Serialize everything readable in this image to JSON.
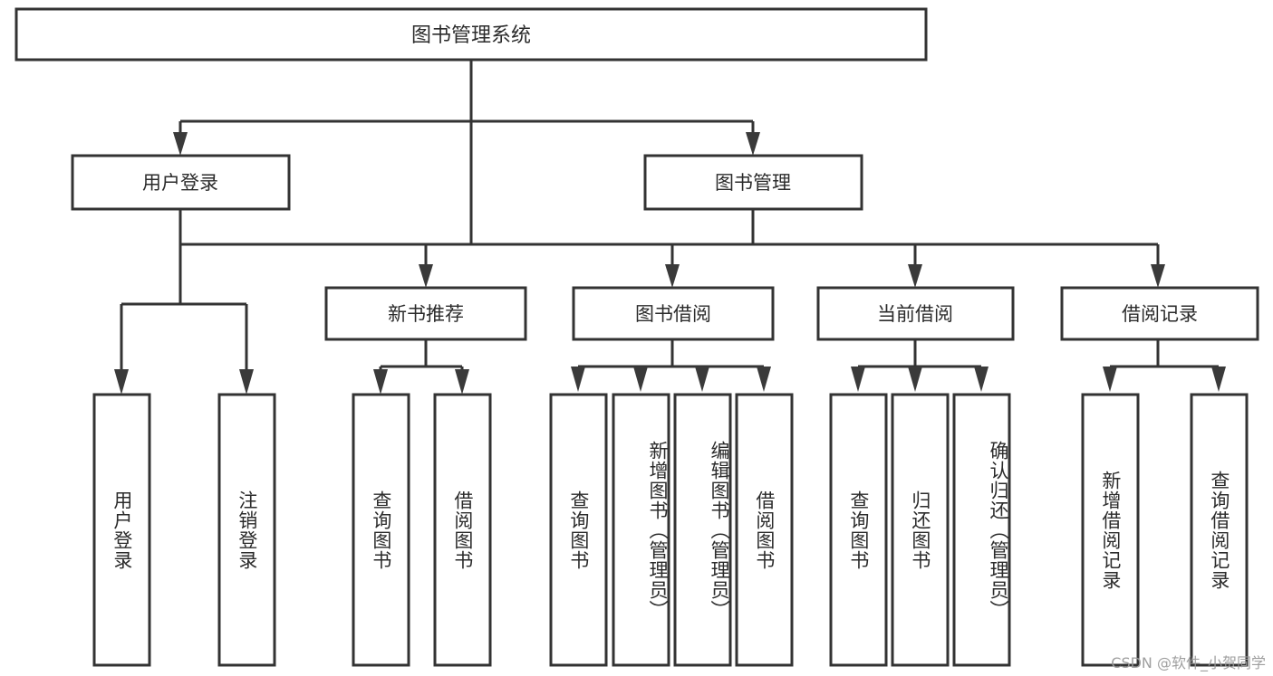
{
  "diagram": {
    "type": "tree-hierarchy-chart",
    "title": "图书管理系统",
    "watermark": "CSDN @软件_小贺同学",
    "colors": {
      "box_stroke": "#333333",
      "box_fill": "#ffffff",
      "connector": "#333333",
      "text": "#2b2b2b",
      "background": "#ffffff",
      "watermark": "#9a9a9a"
    },
    "root": {
      "label": "图书管理系统"
    },
    "level2": [
      {
        "label": "用户登录"
      },
      {
        "label": "图书管理"
      }
    ],
    "level3": [
      {
        "label": "新书推荐"
      },
      {
        "label": "图书借阅"
      },
      {
        "label": "当前借阅"
      },
      {
        "label": "借阅记录"
      }
    ],
    "leaves": {
      "user_login": [
        {
          "label": "用户登录"
        },
        {
          "label": "注销登录"
        }
      ],
      "new_book_recommend": [
        {
          "label": "查询图书"
        },
        {
          "label": "借阅图书"
        }
      ],
      "book_borrow": [
        {
          "label": "查询图书"
        },
        {
          "label": "新增图书（管理员）"
        },
        {
          "label": "编辑图书（管理员）"
        },
        {
          "label": "借阅图书"
        }
      ],
      "current_borrow": [
        {
          "label": "查询图书"
        },
        {
          "label": "归还图书"
        },
        {
          "label": "确认归还（管理员）"
        }
      ],
      "borrow_record": [
        {
          "label": "新增借阅记录"
        },
        {
          "label": "查询借阅记录"
        }
      ]
    }
  }
}
